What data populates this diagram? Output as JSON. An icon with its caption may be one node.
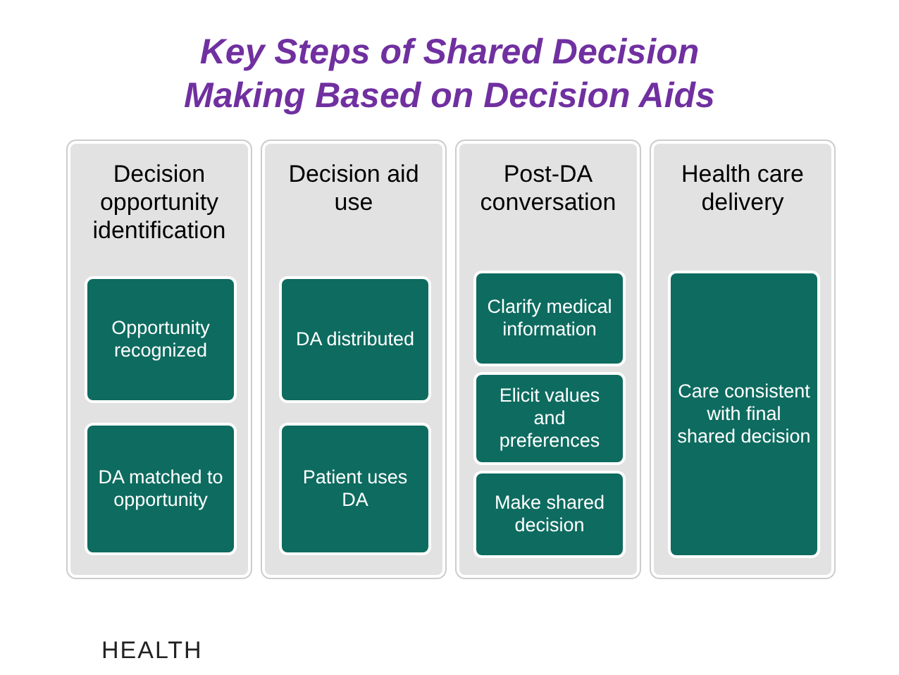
{
  "diagram": {
    "title": "Key Steps of Shared Decision Making Based on Decision Aids",
    "nodes": [
      {
        "text": [
          "Decision opportunity identification"
        ]
      },
      {
        "text": [
          "Opportunity recognized"
        ],
        "in": 0
      },
      {
        "text": [
          "DA matched to opportunity"
        ],
        "in": 0
      },
      {
        "text": [
          "Decision aid use"
        ]
      },
      {
        "text": [
          "DA distributed"
        ],
        "in": 3
      },
      {
        "text": [
          "Patient uses DA"
        ],
        "in": 3
      },
      {
        "text": [
          "Post-DA conversation"
        ]
      },
      {
        "text": [
          "Clarify medical information"
        ],
        "in": 6
      },
      {
        "text": [
          "Elicit values and preferences"
        ],
        "in": 6
      },
      {
        "text": [
          "Make shared decision"
        ],
        "in": 6
      },
      {
        "text": [
          "Health care delivery"
        ]
      },
      {
        "text": [
          "Care consistent with final shared decision"
        ],
        "in": 10
      }
    ],
    "labels": [
      "HEALTH"
    ]
  }
}
